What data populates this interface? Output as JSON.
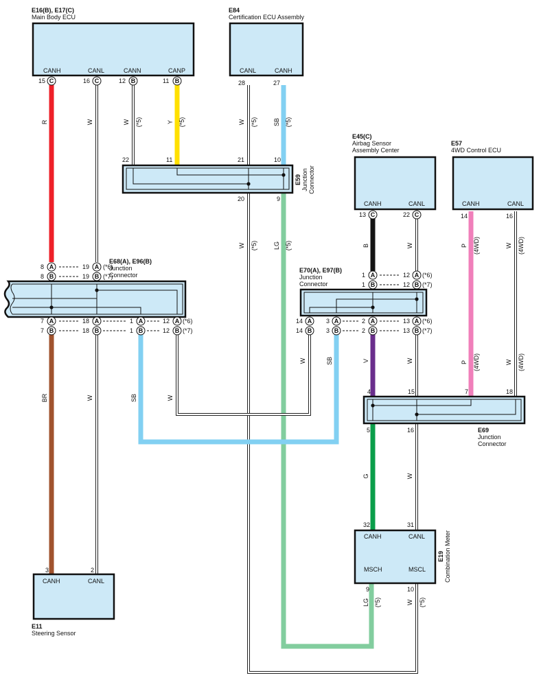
{
  "colors": {
    "R": "#ee2028",
    "Y": "#ffe000",
    "SB": "#82d0f2",
    "LG": "#82cd9e",
    "B": "#141414",
    "BR": "#a0532e",
    "V": "#6a2e8c",
    "P": "#f07fba",
    "G": "#0a9e4a",
    "box_fill": "#cde9f7"
  },
  "components": {
    "main_body": {
      "code": "E16(B), E17(C)",
      "name": "Main Body ECU",
      "pins": [
        "CANH",
        "CANL",
        "CANN",
        "CANP"
      ]
    },
    "cert": {
      "code": "E84",
      "name": "Certification ECU Assembly",
      "pins": [
        "CANL",
        "CANH"
      ]
    },
    "airbag": {
      "code": "E45(C)",
      "name1": "Airbag Sensor",
      "name2": "Assembly Center",
      "pins": [
        "CANH",
        "CANL"
      ]
    },
    "fwd": {
      "code": "E57",
      "name": "4WD Control ECU",
      "pins": [
        "CANH",
        "CANL"
      ]
    },
    "jc_e68": {
      "code": "E68(A), E96(B)",
      "name1": "Junction",
      "name2": "Connector"
    },
    "jc_e70": {
      "code": "E70(A), E97(B)",
      "name1": "Junction",
      "name2": "Connector"
    },
    "jc_e59": {
      "code": "E59",
      "name1": "Junction",
      "name2": "Connector"
    },
    "jc_e69": {
      "code": "E69",
      "name1": "Junction",
      "name2": "Connector"
    },
    "meter": {
      "code": "E19",
      "name": "Combination Meter",
      "pins": [
        "CANH",
        "CANL",
        "MSCH",
        "MSCL"
      ]
    },
    "steer": {
      "code": "E11",
      "name": "Steering Sensor",
      "pins": [
        "CANH",
        "CANL"
      ]
    }
  },
  "pins": {
    "mb": [
      "15",
      "16",
      "12",
      "11"
    ],
    "mb_letters": [
      "C",
      "C",
      "B",
      "B"
    ],
    "cert": [
      "28",
      "27"
    ],
    "e59_top": [
      "22",
      "11",
      "21",
      "10"
    ],
    "e59_bot": [
      "20",
      "9"
    ],
    "airbag": [
      "13",
      "22"
    ],
    "airbag_letters": [
      "C",
      "C"
    ],
    "fwd": [
      "14",
      "16"
    ],
    "e68_top_a": [
      "8",
      "19"
    ],
    "e68_top_b": [
      "8",
      "19"
    ],
    "e68_bot_a": [
      "7",
      "18",
      "1",
      "12"
    ],
    "e68_bot_b": [
      "7",
      "18",
      "1",
      "12"
    ],
    "e70_top_a": [
      "1",
      "12"
    ],
    "e70_top_b": [
      "1",
      "12"
    ],
    "e70_bot_a": [
      "14",
      "3",
      "2",
      "13"
    ],
    "e70_bot_b": [
      "14",
      "3",
      "2",
      "13"
    ],
    "e69_top": [
      "4",
      "15",
      "7",
      "18"
    ],
    "e69_bot": [
      "5",
      "16"
    ],
    "meter_top": [
      "32",
      "31"
    ],
    "meter_bot": [
      "9",
      "10"
    ],
    "steer": [
      "3",
      "2"
    ],
    "conn_A": "A",
    "conn_B": "B"
  },
  "wire_colors": {
    "mb_canh": "R",
    "mb_canl": "W",
    "mb_cann": "W",
    "mb_canp": "Y",
    "cert_canl": "W",
    "cert_canh": "SB",
    "e59_lg": "LG",
    "e59_w": "W",
    "airbag_canh": "B",
    "airbag_canl": "W",
    "fwd_canh": "P",
    "fwd_canl": "W",
    "e70_w": "W",
    "e70_sb": "SB",
    "e70_v": "V",
    "e70_w2": "W",
    "steer_br": "BR",
    "steer_w": "W",
    "e68_sb": "SB",
    "e68_w": "W",
    "e69_g": "G",
    "e69_w": "W",
    "meter_lg": "LG",
    "meter_w": "W"
  },
  "options": {
    "opt5": "(*5)",
    "opt6": "(*6)",
    "opt7": "(*7)",
    "opt4wd": "(4WD)"
  }
}
